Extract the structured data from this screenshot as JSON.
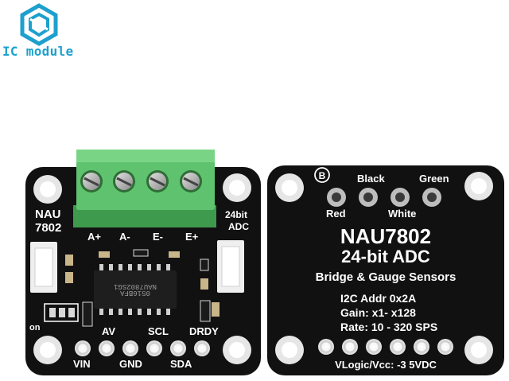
{
  "brand": {
    "logo_icon": "hexagon-logo-icon",
    "name": "IC module",
    "color": "#1da0cd"
  },
  "front_board": {
    "color": "#111111",
    "terminal_color": "#5fc26e",
    "chip_model": "NAU7802",
    "title_line1": "NAU",
    "title_line2": "7802",
    "side_label_line1": "24bit",
    "side_label_line2": "ADC",
    "terminal_labels": [
      "A+",
      "A-",
      "E-",
      "E+"
    ],
    "chip_marking_line1": "NAU7802SG1",
    "chip_marking_line2": "0516BFA",
    "mid_labels": [
      "AV",
      "SCL",
      "DRDY"
    ],
    "bottom_labels": [
      "VIN",
      "GND",
      "SDA"
    ],
    "on_label": "on"
  },
  "back_board": {
    "color": "#111111",
    "badge_letter": "B",
    "wire_labels": [
      "Black",
      "Green",
      "Red",
      "White"
    ],
    "title": "NAU7802",
    "subtitle": "24-bit ADC",
    "description": "Bridge & Gauge Sensors",
    "specs": [
      "I2C Addr 0x2A",
      "Gain: x1- x128",
      "Rate: 10 - 320 SPS"
    ],
    "voltage_label": "VLogic/Vcc: -3 5VDC"
  }
}
